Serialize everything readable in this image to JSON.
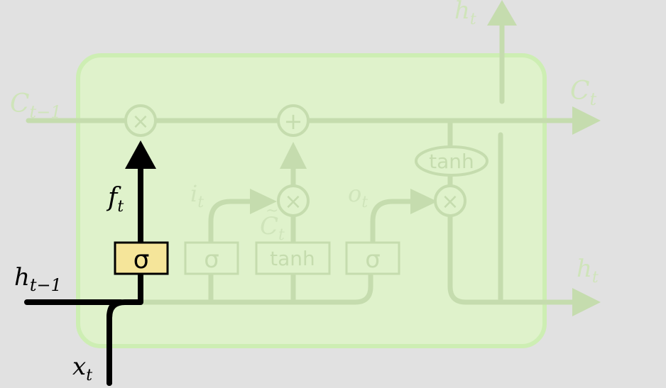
{
  "labels": {
    "c_prev_main": "C",
    "c_prev_sub": "t−1",
    "c_out_main": "C",
    "c_out_sub": "t",
    "h_top_main": "h",
    "h_top_sub": "t",
    "h_right_main": "h",
    "h_right_sub": "t",
    "h_prev_main": "h",
    "h_prev_sub": "t−1",
    "x_main": "x",
    "x_sub": "t",
    "f_main": "f",
    "f_sub": "t",
    "i_main": "i",
    "i_sub": "t",
    "o_main": "o",
    "o_sub": "t",
    "ctilde_main": "C",
    "ctilde_sub": "t"
  },
  "ops": {
    "multiply": "×",
    "add": "+",
    "sigma": "σ",
    "tanh": "tanh"
  },
  "colors": {
    "background": "#e1e1e1",
    "cell_fill": "#dff2cb",
    "cell_stroke": "#cdeeb3",
    "faded_line": "#c5dcae",
    "highlight_line": "#000000",
    "sigma_gate_highlight": "#f5e59a"
  }
}
